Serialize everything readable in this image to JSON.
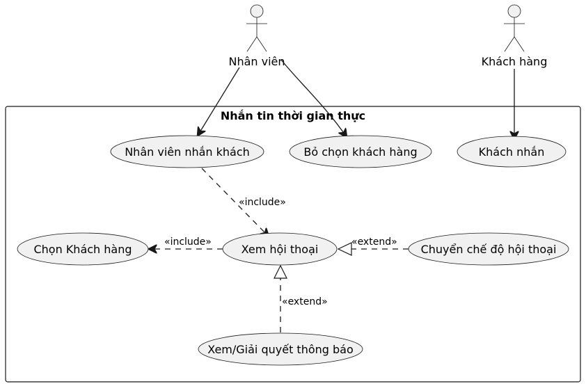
{
  "diagram": {
    "package_title": "Nhắn tin thời gian thực",
    "actors": {
      "employee": "Nhân viên",
      "customer": "Khách hàng"
    },
    "usecases": {
      "employee_message": "Nhân viên nhắn khách",
      "deselect_customer": "Bỏ chọn khách hàng",
      "customer_message": "Khách nhắn",
      "select_customer": "Chọn Khách hàng",
      "view_conversation": "Xem hội thoại",
      "switch_mode": "Chuyển chế độ hội thoại",
      "view_notifications": "Xem/Giải quyết thông báo"
    },
    "relations": {
      "include_1": "«include»",
      "include_2": "«include»",
      "extend_1": "«extend»",
      "extend_2": "«extend»"
    },
    "colors": {
      "usecase_fill": "#f1f1f1",
      "line": "#181818",
      "background": "#ffffff"
    }
  }
}
